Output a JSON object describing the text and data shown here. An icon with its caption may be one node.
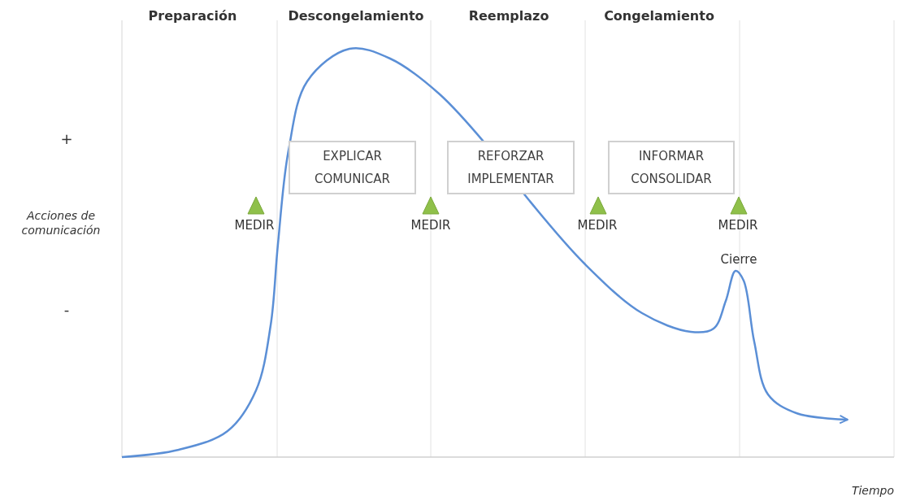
{
  "diagram": {
    "nodes": [
      {
        "text": [
          "EXPLICAR COMUNICAR"
        ]
      },
      {
        "text": [
          "REFORZAR IMPLEMENTAR"
        ]
      },
      {
        "text": [
          "INFORMAR CONSOLIDAR"
        ]
      }
    ],
    "labels": [
      "Preparación",
      "Descongelamiento",
      "Reemplazo",
      "Congelamiento",
      "+",
      "Acciones de comunicación",
      "MEDIR",
      "MEDIR",
      "MEDIR",
      "MEDIR",
      "Cierre",
      "-",
      "Tiempo"
    ]
  }
}
